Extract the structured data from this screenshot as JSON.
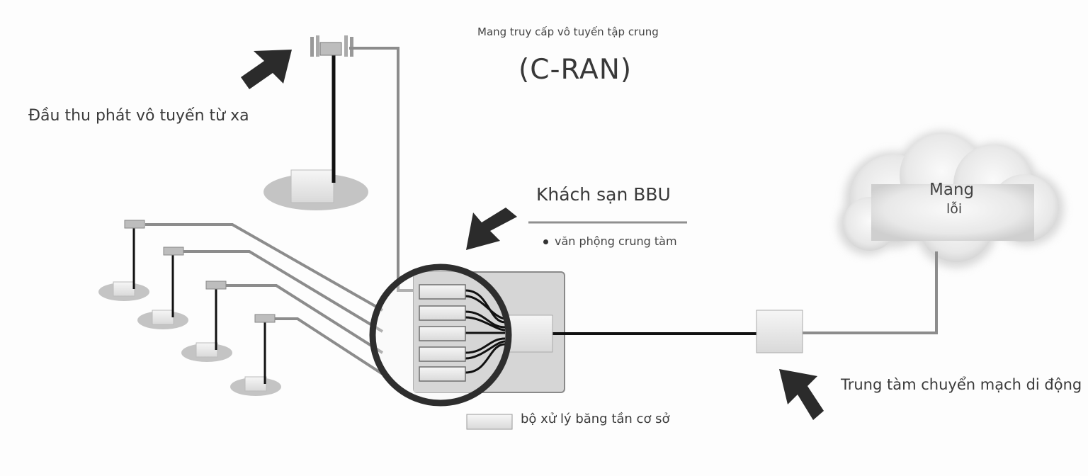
{
  "title": {
    "subtitle": "Mang truy cấp vô tuyến tập crung",
    "main": "(C-RAN)"
  },
  "labels": {
    "remote_radio_head": "Đầu thu phát vô tuyến từ xa",
    "bbu_hotel": "Khách sạn BBU",
    "central_office": "văn phộng crung tàm",
    "core_network_line1": "Mang",
    "core_network_line2": "lỗi",
    "mobile_switching_center": "Trung tàm chuyển mạch di động",
    "legend_baseband_unit": "bộ xử lý băng tần cơ sở"
  },
  "colors": {
    "background": "#fdfdfd",
    "line_gray": "#8a8a8a",
    "line_black": "#111111",
    "arrow": "#2b2b2b",
    "box_fill": "#e6e6e6",
    "bbu_panel": "#d5d5d5",
    "ellipse": "#c2c2c2",
    "cloud": "#e4e4e4"
  }
}
